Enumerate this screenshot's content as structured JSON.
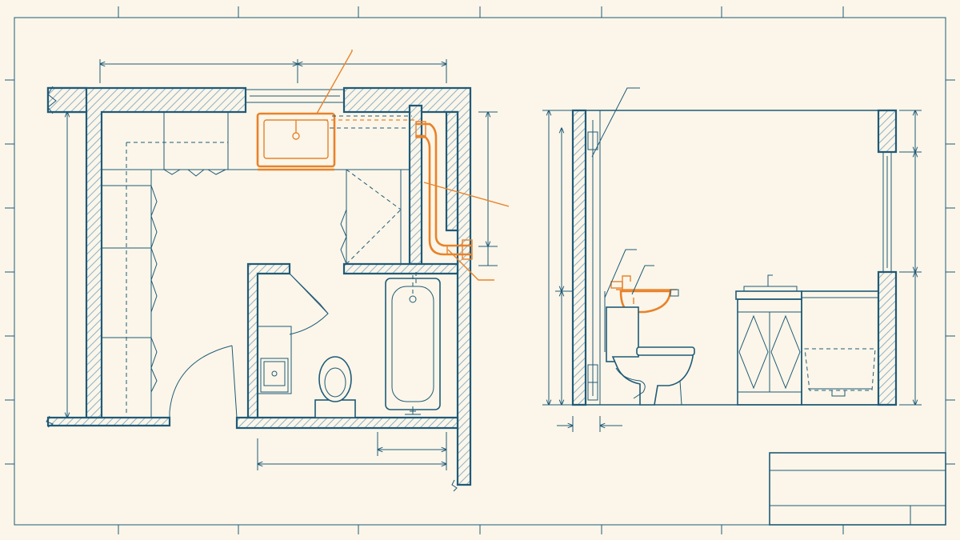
{
  "palette": {
    "paper": "#fbf6e9",
    "line": "#1f5a78",
    "hatch": "#8fb1c6",
    "plumbing": "#e9822b"
  },
  "drawing": {
    "views": [
      "floor-plan",
      "side-elevation"
    ],
    "title_block": {
      "rows": 3,
      "text": ""
    }
  },
  "icons": [
    "sink-icon",
    "toilet-icon",
    "bathtub-icon",
    "vanity-icon",
    "door-swing-icon",
    "pipe-icon"
  ]
}
